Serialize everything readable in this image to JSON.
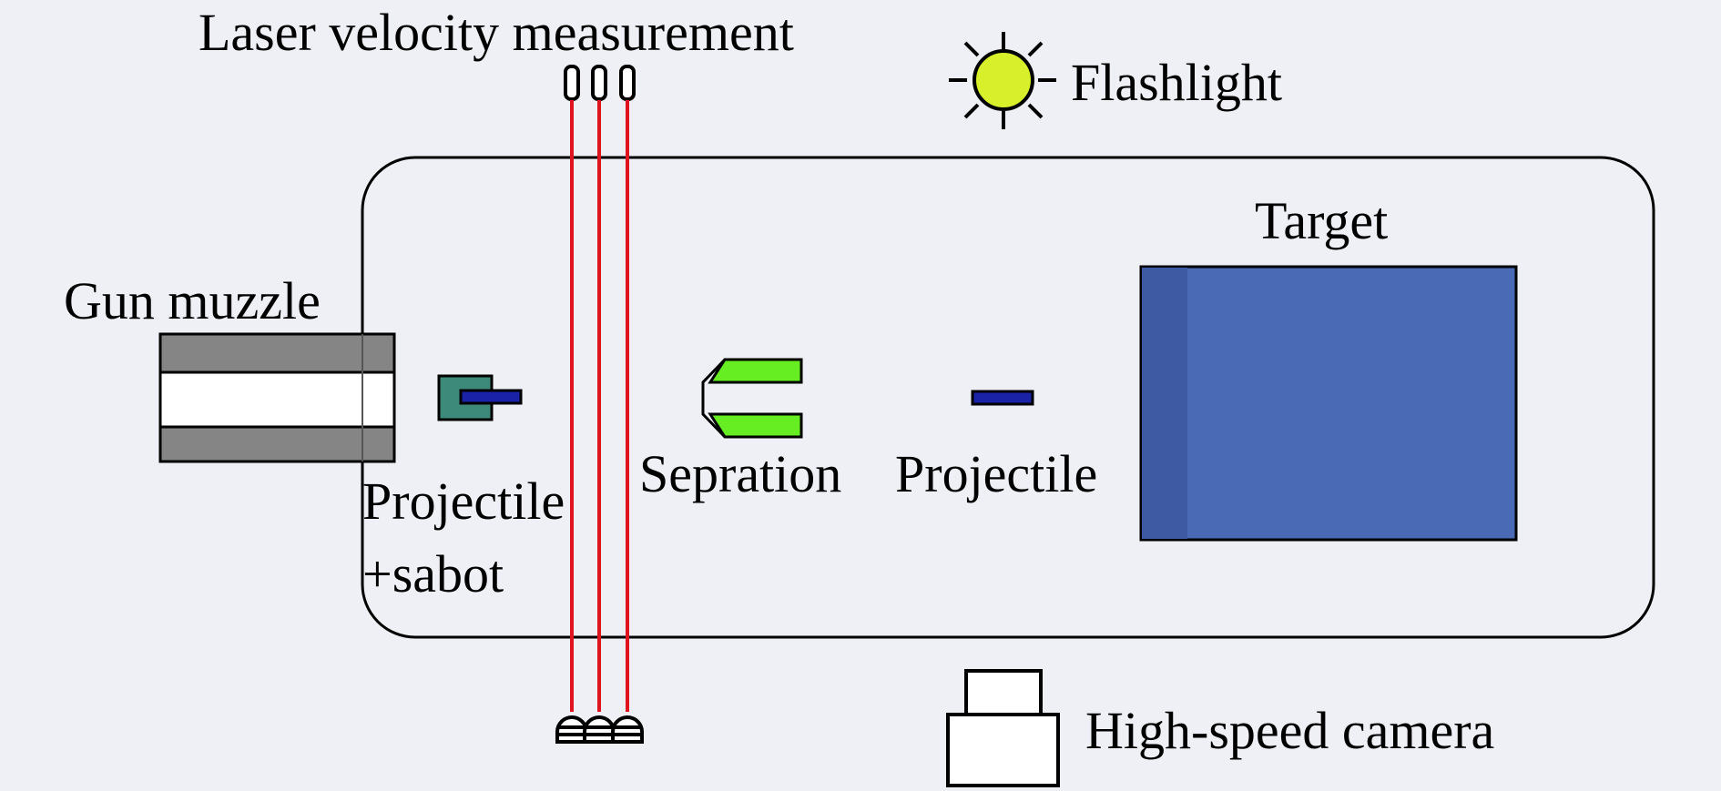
{
  "labels": {
    "laser": "Laser velocity measurement",
    "flashlight": "Flashlight",
    "target": "Target",
    "gun_muzzle": "Gun muzzle",
    "projectile_sabot_line1": "Projectile",
    "projectile_sabot_line2": "+sabot",
    "separation": "Sepration",
    "projectile": "Projectile",
    "camera": "High-speed camera"
  },
  "colors": {
    "background": "#eef0f5",
    "laser_beam": "#e0141e",
    "target_fill": "#4a6ab5",
    "target_edge": "#3d5aa3",
    "sabot_fill": "#3e8a7a",
    "sabot_separated_fill": "#66ee22",
    "projectile_fill": "#1a22a8",
    "flashlight_fill": "#d8ef2c",
    "muzzle_fill": "#858585"
  },
  "icons": {
    "flashlight": "sun-icon",
    "camera": "camera-icon",
    "laser_emitter": "laser-emitter-icon",
    "laser_receiver": "laser-receiver-icon"
  }
}
